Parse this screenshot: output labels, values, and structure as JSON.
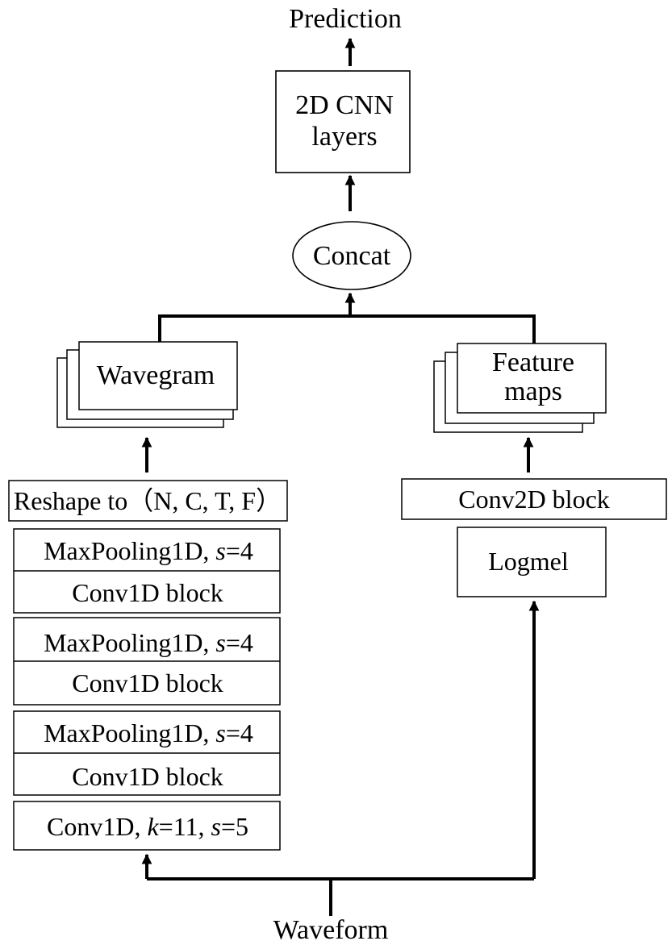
{
  "output_label": "Prediction",
  "input_label": "Waveform",
  "cnn_block": {
    "line1": "2D CNN",
    "line2": "layers"
  },
  "concat_label": "Concat",
  "left_branch": {
    "wavegram_label": "Wavegram",
    "reshape_label": "Reshape to（N, C, T, F）",
    "groups": [
      {
        "pool_prefix": "MaxPooling1D, ",
        "pool_var": "s",
        "pool_value": "=4",
        "conv_label": "Conv1D block"
      },
      {
        "pool_prefix": "MaxPooling1D, ",
        "pool_var": "s",
        "pool_value": "=4",
        "conv_label": "Conv1D block"
      },
      {
        "pool_prefix": "MaxPooling1D, ",
        "pool_var": "s",
        "pool_value": "=4",
        "conv_label": "Conv1D block"
      }
    ],
    "first_conv": {
      "prefix": "Conv1D, ",
      "k_var": "k",
      "k_value": "=11, ",
      "s_var": "s",
      "s_value": "=5"
    }
  },
  "right_branch": {
    "feature_maps": {
      "line1": "Feature",
      "line2": "maps"
    },
    "conv2d_label": "Conv2D block",
    "logmel_label": "Logmel"
  }
}
